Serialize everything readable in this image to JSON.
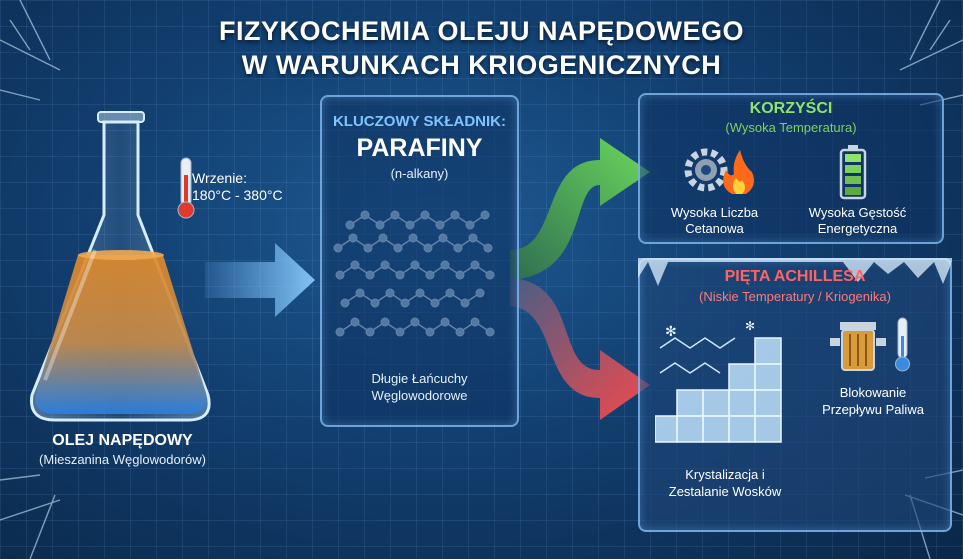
{
  "title": {
    "line1": "FIZYKOCHEMIA OLEJU NAPĘDOWEGO",
    "line2": "W WARUNKACH KRIOGENICZNYCH"
  },
  "flask": {
    "boiling_label": "Wrzenie:",
    "boiling_range": "180°C - 380°C",
    "name": "OLEJ NAPĘDOWY",
    "subtitle": "(Mieszanina Węglowodorów)"
  },
  "component": {
    "heading": "KLUCZOWY SKŁADNIK:",
    "name": "PARAFINY",
    "subtitle": "(n-alkany)",
    "caption_line1": "Długie Łańcuchy",
    "caption_line2": "Węglowodorowe"
  },
  "benefits": {
    "heading": "KORZYŚCI",
    "subtitle": "(Wysoka Temperatura)",
    "item1_line1": "Wysoka Liczba",
    "item1_line2": "Cetanowa",
    "item2_line1": "Wysoka Gęstość",
    "item2_line2": "Energetyczna"
  },
  "weakness": {
    "heading": "PIĘTA ACHILLESA",
    "subtitle": "(Niskie Temperatury / Kriogenika)",
    "item1_line1": "Krystalizacja i",
    "item1_line2": "Zestalanie Wosków",
    "item2_line1": "Blokowanie",
    "item2_line2": "Przepływu Paliwa"
  },
  "colors": {
    "benefit_heading": "#8fe36a",
    "benefit_subtitle": "#7fd15d",
    "weakness_heading": "#ff6464",
    "weakness_subtitle": "#ff7a7a",
    "component_heading": "#7fc4ff",
    "oil_top": "#e08a2a",
    "oil_bottom": "#2a7fe0"
  },
  "icons": [
    "thermometer-icon",
    "gear-flame-icon",
    "battery-icon",
    "ice-cubes-icon",
    "fuel-filter-icon",
    "snowflake-icon"
  ]
}
